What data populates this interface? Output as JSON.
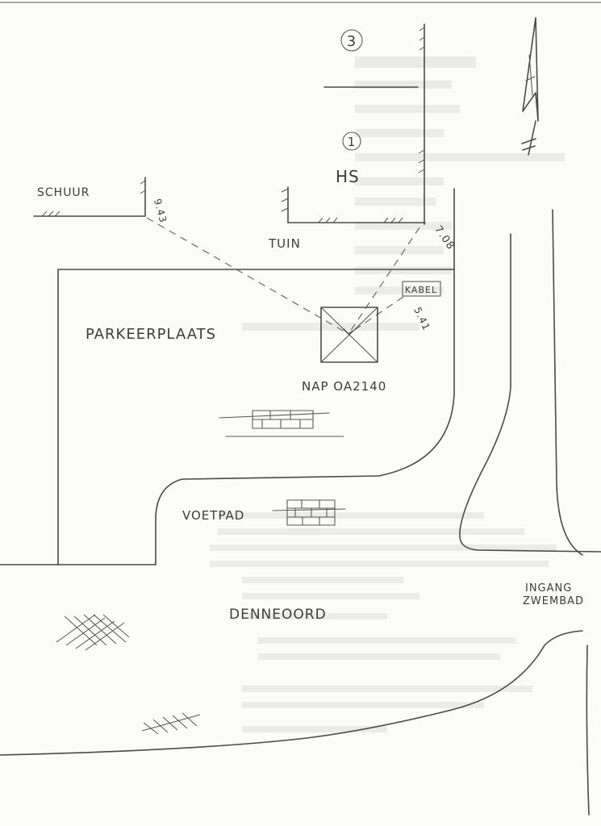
{
  "labels": {
    "circle_3": "3",
    "circle_1": "1",
    "house": "HS",
    "shed": "SCHUUR",
    "garden": "TUIN",
    "cable": "KABEL",
    "parking": "PARKEERPLAATS",
    "benchmark": "NAP OA2140",
    "footpath": "VOETPAD",
    "street": "DENNEOORD",
    "entrance_line1": "INGANG",
    "entrance_line2": "ZWEMBAD"
  },
  "measurements": {
    "to_shed": "9.43",
    "to_house": "7.08",
    "to_cable": "5.41"
  }
}
